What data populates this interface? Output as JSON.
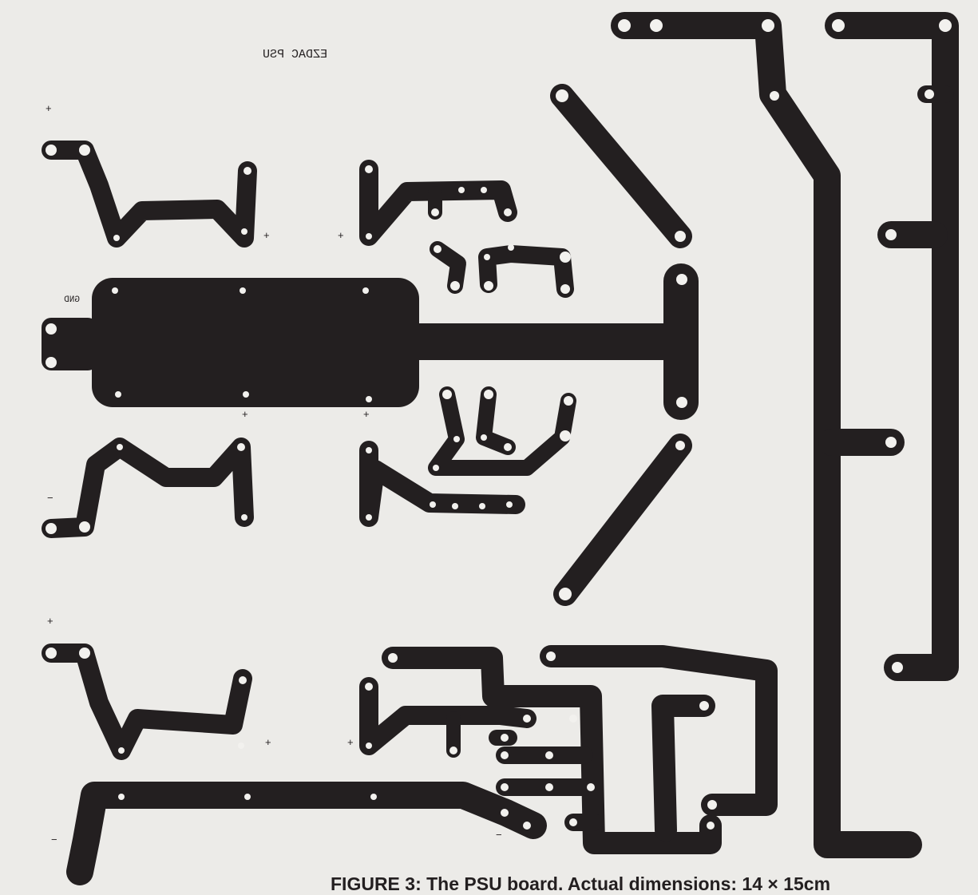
{
  "figure": {
    "caption": "FIGURE 3: The PSU board. Actual dimensions: 14 × 15cm"
  },
  "board": {
    "title": "EZDAC PSU",
    "gnd_label": "GND",
    "plus_sign": "+",
    "minus_sign": "−",
    "copper_color": "#231f20",
    "substrate_color": "#ecebe8"
  }
}
